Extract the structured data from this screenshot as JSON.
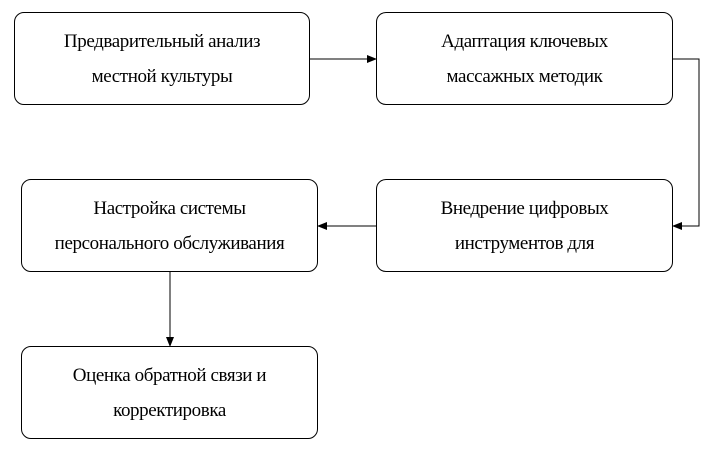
{
  "diagram": {
    "nodes": [
      {
        "id": "analysis",
        "lines": [
          "Предварительный анализ",
          "местной культуры"
        ]
      },
      {
        "id": "adaptation",
        "lines": [
          "Адаптация ключевых",
          "массажных методик"
        ]
      },
      {
        "id": "digital",
        "lines": [
          "Внедрение цифровых",
          "инструментов для"
        ]
      },
      {
        "id": "personal-service",
        "lines": [
          "Настройка системы",
          "персонального обслуживания"
        ]
      },
      {
        "id": "feedback",
        "lines": [
          "Оценка обратной связи и",
          "корректировка"
        ]
      }
    ],
    "edges": [
      {
        "from": "analysis",
        "to": "adaptation"
      },
      {
        "from": "adaptation",
        "to": "digital"
      },
      {
        "from": "digital",
        "to": "personal-service"
      },
      {
        "from": "personal-service",
        "to": "feedback"
      }
    ],
    "colors": {
      "stroke": "#000000",
      "background": "#ffffff"
    }
  }
}
